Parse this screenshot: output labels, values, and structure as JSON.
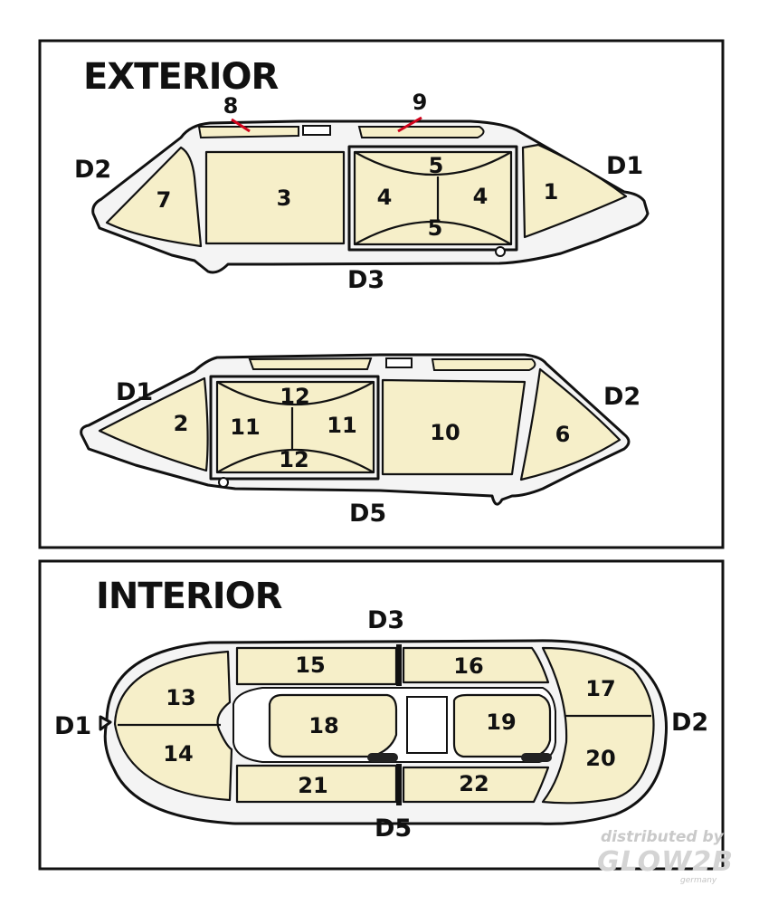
{
  "exterior": {
    "title": "EXTERIOR",
    "side1": {
      "labels": {
        "d2": "D2",
        "d1": "D1",
        "d3": "D3"
      },
      "callouts": {
        "a": "8",
        "b": "9"
      },
      "panels": {
        "p7": "7",
        "p3": "3",
        "p4a": "4",
        "p4b": "4",
        "p5a": "5",
        "p5b": "5",
        "p1": "1"
      }
    },
    "side2": {
      "labels": {
        "d1": "D1",
        "d2": "D2",
        "d5": "D5"
      },
      "panels": {
        "p2": "2",
        "p11a": "11",
        "p11b": "11",
        "p12a": "12",
        "p12b": "12",
        "p10": "10",
        "p6": "6"
      }
    }
  },
  "interior": {
    "title": "INTERIOR",
    "labels": {
      "d3": "D3",
      "d1": "D1",
      "d2": "D2",
      "d5": "D5"
    },
    "panels": {
      "p13": "13",
      "p14": "14",
      "p15": "15",
      "p16": "16",
      "p17": "17",
      "p18": "18",
      "p19": "19",
      "p20": "20",
      "p21": "21",
      "p22": "22"
    }
  },
  "watermark": {
    "line1": "distributed by",
    "line2": "GLOW2B",
    "line3": "germany"
  },
  "colors": {
    "mask": "#f6efc9",
    "frame": "#f4f4f4",
    "outline": "#111111"
  }
}
